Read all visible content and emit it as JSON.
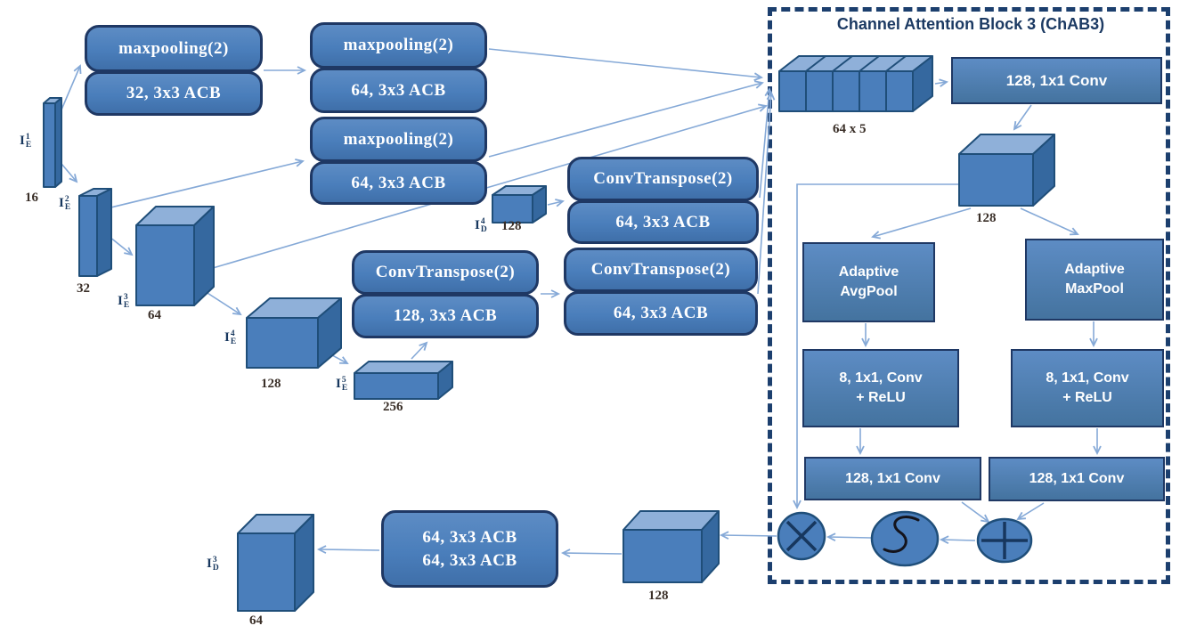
{
  "colors": {
    "block_fill": "#4a7ebb",
    "block_border": "#1f3864",
    "cube_front": "#4a7ebb",
    "cube_top": "#8fb0d9",
    "cube_side": "#35689f",
    "arrow": "#85a9d7",
    "text_light": "#ffffff",
    "title_text": "#1c3a63",
    "dim_text": "#3a2f28"
  },
  "encoder": {
    "input1": {
      "base": "I",
      "sup": "1",
      "sub": "E",
      "dim": "16"
    },
    "input2": {
      "base": "I",
      "sup": "2",
      "sub": "E",
      "dim": "32"
    },
    "input3": {
      "base": "I",
      "sup": "3",
      "sub": "E",
      "dim": "64"
    },
    "input4": {
      "base": "I",
      "sup": "4",
      "sub": "E",
      "dim": "128"
    },
    "input5": {
      "base": "I",
      "sup": "5",
      "sub": "E",
      "dim": "256"
    },
    "block_a": {
      "line1": "maxpooling(2)",
      "line2": "32, 3x3 ACB"
    },
    "block_b": {
      "line1": "maxpooling(2)",
      "line2": "64, 3x3 ACB"
    },
    "block_c": {
      "line1": "maxpooling(2)",
      "line2": "64, 3x3 ACB"
    }
  },
  "decoder": {
    "ct128": {
      "line1": "ConvTranspose(2)",
      "line2": "128, 3x3 ACB"
    },
    "ct64_top": {
      "line1": "ConvTranspose(2)",
      "line2": "64, 3x3 ACB"
    },
    "ct64_bottom": {
      "line1": "ConvTranspose(2)",
      "line2": "64, 3x3 ACB"
    },
    "id4": {
      "base": "I",
      "sup": "4",
      "sub": "D",
      "dim": "128"
    },
    "id3": {
      "base": "I",
      "sup": "3",
      "sub": "D",
      "dim": "64"
    },
    "out_block": {
      "line1": "64, 3x3 ACB",
      "line2": "64, 3x3 ACB"
    },
    "out_cube_dim": "128"
  },
  "chab": {
    "title": "Channel Attention Block 3 (ChAB3)",
    "concat_dim": "64 x 5",
    "conv_in": "128, 1x1 Conv",
    "cube_dim": "128",
    "avgpool": {
      "line1": "Adaptive",
      "line2": "AvgPool"
    },
    "maxpool": {
      "line1": "Adaptive",
      "line2": "MaxPool"
    },
    "squeeze_left": {
      "line1": "8, 1x1, Conv",
      "line2": "+ ReLU"
    },
    "squeeze_right": {
      "line1": "8, 1x1, Conv",
      "line2": "+ ReLU"
    },
    "excite_left": "128, 1x1 Conv",
    "excite_right": "128, 1x1 Conv",
    "ops": {
      "multiply": "multiply",
      "sigmoid": "sigmoid",
      "add": "add"
    }
  }
}
